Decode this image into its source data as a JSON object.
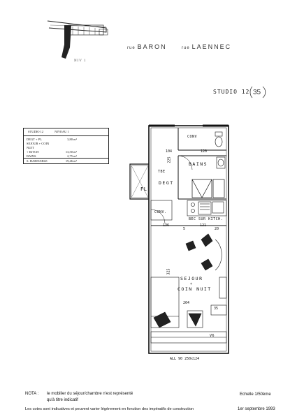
{
  "header": {
    "street_prefix_1": "rue",
    "street_name_1": "BARON",
    "street_prefix_2": "rue",
    "street_name_2": "LAENNEC",
    "level_label": "NIV 1",
    "studio_title": "STUDIO 12",
    "studio_number_circled": "35"
  },
  "surface_table": {
    "header_left": "STUDIO 12",
    "header_right": "NIVEAU 1",
    "rows": [
      {
        "label": "DEGT + PL",
        "value": "3,80 m²"
      },
      {
        "label": "SEJOUR + COIN NUIT",
        "value": ""
      },
      {
        "label": "+ KITCH",
        "value": "13,50 m²"
      },
      {
        "label": "BAINS",
        "value": "2,75 m²"
      }
    ],
    "total_label": "S. HABITABLE",
    "total_value": "19,46 m²"
  },
  "plan": {
    "rooms": {
      "wc": "CONV",
      "bains": "BAINS",
      "degt": "DEGT",
      "fl": "FL",
      "conv": "CONV.",
      "kitchen": "BEC SUR KITCH.",
      "sejour": "SEJOUR",
      "plus": "+",
      "coin_nuit": "COIN NUIT",
      "tbe": "TBE",
      "v6": "V6"
    },
    "dimensions": {
      "d104": "104",
      "d120": "120",
      "d225": "225",
      "d136": "136",
      "d121": "121",
      "d5": "5",
      "d20": "20",
      "d325": "325",
      "d264": "264",
      "d35": "35"
    },
    "bottom_label": "ALL 90 250x124"
  },
  "footer": {
    "nota_label": "NOTA :",
    "nota_line1": "le mobilier du séjour/chambre n'est représenté",
    "nota_line2": "qu'à titre indicatif",
    "scale": "Echelle 1/50ème",
    "note_line3": "Les cotes sont indicatives et peuvent varier légèrement en fonction des impératifs de construction",
    "date": "1er septembre 1993"
  }
}
